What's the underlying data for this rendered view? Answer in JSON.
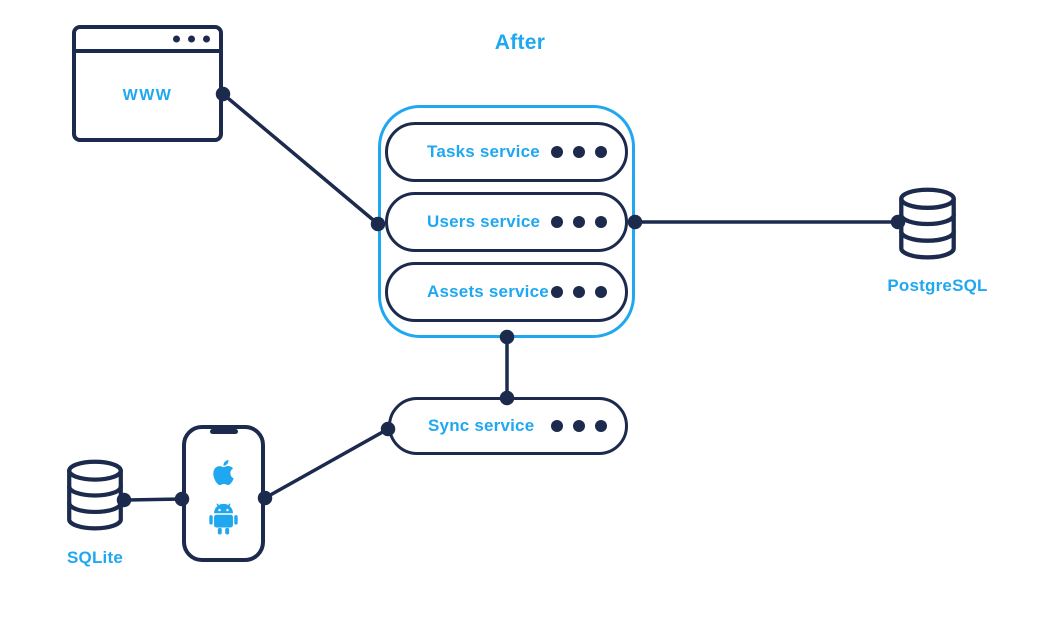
{
  "title": "After",
  "colors": {
    "navy": "#1b2a4d",
    "cyan": "#1fa8f0",
    "background": "#ffffff"
  },
  "browser": {
    "label": "WWW",
    "icon": "browser-window-icon",
    "dots_icon": "ellipsis-icon"
  },
  "services_group": {
    "items": [
      {
        "label": "Tasks service",
        "dots_icon": "ellipsis-icon"
      },
      {
        "label": "Users service",
        "dots_icon": "ellipsis-icon"
      },
      {
        "label": "Assets service",
        "dots_icon": "ellipsis-icon"
      }
    ]
  },
  "sync_service": {
    "label": "Sync service",
    "dots_icon": "ellipsis-icon"
  },
  "databases": {
    "postgresql": {
      "label": "PostgreSQL",
      "icon": "database-icon"
    },
    "sqlite": {
      "label": "SQLite",
      "icon": "database-icon"
    }
  },
  "mobile": {
    "icons": [
      "apple-icon",
      "android-icon"
    ]
  },
  "edges": [
    {
      "from": "www-browser",
      "to": "services-group"
    },
    {
      "from": "services-group",
      "to": "postgresql-database"
    },
    {
      "from": "services-group",
      "to": "sync-service"
    },
    {
      "from": "sync-service",
      "to": "mobile-phone"
    },
    {
      "from": "mobile-phone",
      "to": "sqlite-database"
    }
  ]
}
